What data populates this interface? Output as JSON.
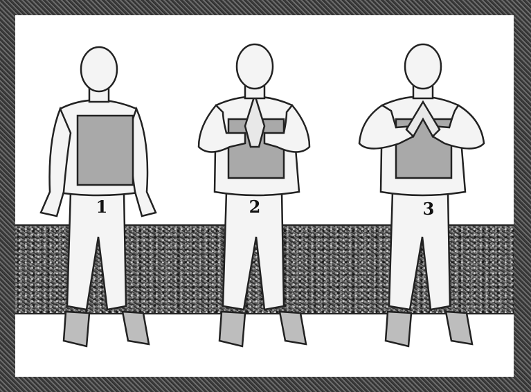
{
  "figures": [
    {
      "label": "1",
      "pose": "arms-down"
    },
    {
      "label": "2",
      "pose": "palms-together"
    },
    {
      "label": "3",
      "pose": "triangle-hands"
    }
  ]
}
